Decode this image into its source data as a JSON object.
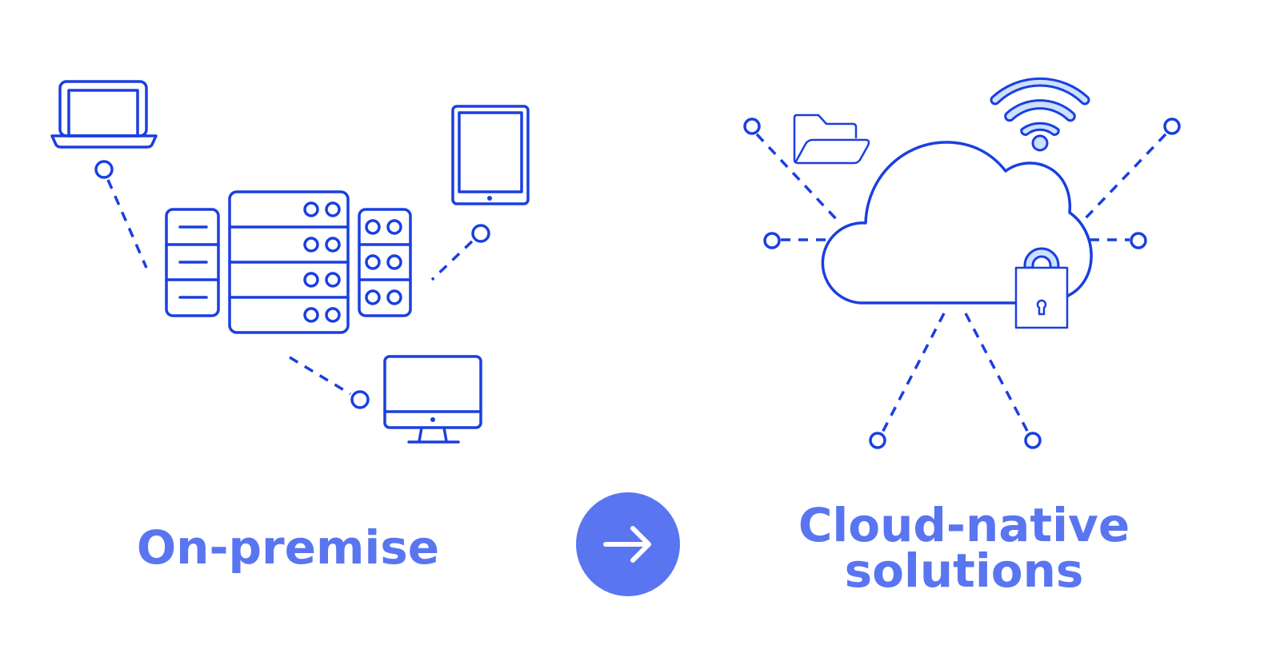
{
  "labels": {
    "left": "On-premise",
    "right_line1": "Cloud-native",
    "right_line2": "solutions"
  },
  "icons": [
    "laptop-icon",
    "server-icon",
    "tablet-icon",
    "monitor-icon",
    "cloud-icon",
    "folder-icon",
    "wifi-icon",
    "lock-icon",
    "arrow-right-icon"
  ],
  "colors": {
    "stroke": "#1a3fe0",
    "accent": "#5a75f0",
    "light": "#cde0ff"
  }
}
